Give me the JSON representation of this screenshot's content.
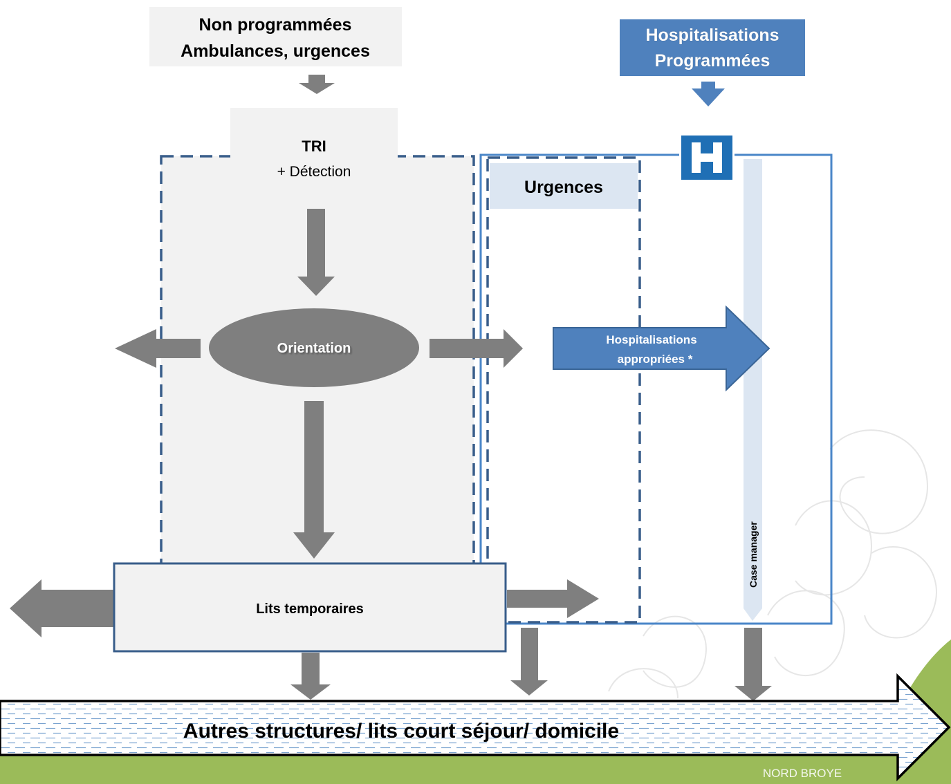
{
  "boxes": {
    "non_programmees": {
      "line1": "Non programmées",
      "line2": "Ambulances, urgences"
    },
    "hospitalisations_programmees": {
      "line1": "Hospitalisations",
      "line2": "Programmées"
    },
    "tri": {
      "title": "TRI",
      "subtitle": "+ Détection"
    },
    "urgences": {
      "label": "Urgences"
    },
    "orientation": {
      "label": "Orientation"
    },
    "hospitalisations_appropriees": {
      "line1": "Hospitalisations",
      "line2": "appropriées *"
    },
    "case_manager": {
      "label": "Case manager"
    },
    "lits_temporaires": {
      "label": "Lits temporaires"
    },
    "autres_structures": {
      "label": "Autres structures/ lits court séjour/ domicile"
    }
  },
  "hospital_icon": {
    "letter": "H",
    "icon": "hospital-icon"
  },
  "watermark": {
    "text": "NORD BROYE"
  },
  "colors": {
    "gray_arrow": "#7f7f7f",
    "light_gray_box": "#f2f2f2",
    "dashed_border": "#385d8a",
    "blue_box": "#4f81bd",
    "blue_border": "#4a86c8",
    "light_blue": "#dce6f2",
    "hospital_blue": "#1f6fb5",
    "green": "#9bbb59"
  }
}
